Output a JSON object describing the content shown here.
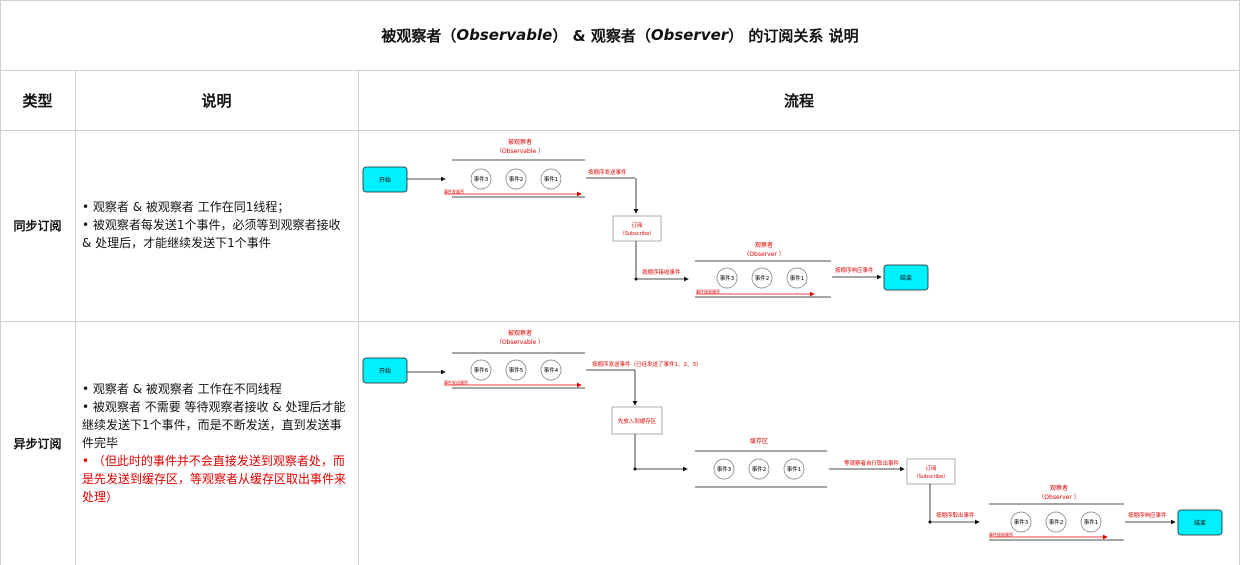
{
  "title": {
    "prefix": "被观察者（",
    "observable": "Observable",
    "middle": "） & 观察者（",
    "observer": "Observer",
    "suffix": "） 的订阅关系 说明"
  },
  "headers": {
    "type": "类型",
    "desc": "说明",
    "flow": "流程"
  },
  "rows": [
    {
      "type": "同步订阅",
      "desc": [
        "• 观察者 & 被观察者 工作在同1线程；",
        "• 被观察者每发送1个事件，必须等到观察者接收 & 处理后，才能继续发送下1个事件"
      ],
      "flow": {
        "start": "开始",
        "end": "结束",
        "observable_title": "被观察者",
        "observable_sub": "（Observable ）",
        "observable_events": [
          "事件3",
          "事件2",
          "事件1"
        ],
        "send_order": "事件发顺序",
        "edge_send": "按顺序发送事件",
        "subscribe_label": "订阅",
        "subscribe_sub": "（Subscribe）",
        "edge_receive": "按顺序接收事件",
        "observer_title": "观察者",
        "observer_sub": "（Observer ）",
        "observer_events": [
          "事件3",
          "事件2",
          "事件1"
        ],
        "receive_order": "事件接收顺序",
        "edge_respond": "按顺序响应事件"
      }
    },
    {
      "type": "异步订阅",
      "desc": [
        "• 观察者 & 被观察者 工作在不同线程",
        "• 被观察者 不需要 等待观察者接收 & 处理后才能继续发送下1个事件，而是不断发送，直到发送事件完毕"
      ],
      "desc_red": "•  （但此时的事件并不会直接发送到观察者处，而是先发送到缓存区，等观察者从缓存区取出事件来处理）",
      "flow": {
        "start": "开始",
        "end": "结束",
        "observable_title": "被观察者",
        "observable_sub": "（Observable ）",
        "observable_events": [
          "事件6",
          "事件5",
          "事件4"
        ],
        "send_order": "事件发送顺序",
        "edge_send": "按顺序发送事件（已经发送了事件1、2、3）",
        "buffer_put": "先放入到缓存区",
        "buffer_title": "缓存区",
        "buffer_events": [
          "事件3",
          "事件2",
          "事件1"
        ],
        "edge_wait": "等观察者自行取出事件",
        "subscribe_label": "订阅",
        "subscribe_sub": "（Subscribe）",
        "edge_take": "按顺序取出事件",
        "observer_title": "观察者",
        "observer_sub": "（Observer ）",
        "observer_events": [
          "事件3",
          "事件2",
          "事件1"
        ],
        "receive_order": "事件接收顺序",
        "edge_respond": "按顺序响应事件"
      }
    }
  ],
  "colors": {
    "start_fill": "#00f0ff",
    "accent_red": "#e00000",
    "grid": "#cfcfcf"
  },
  "icons": [
    "arrow-right-icon",
    "arrow-down-icon"
  ]
}
